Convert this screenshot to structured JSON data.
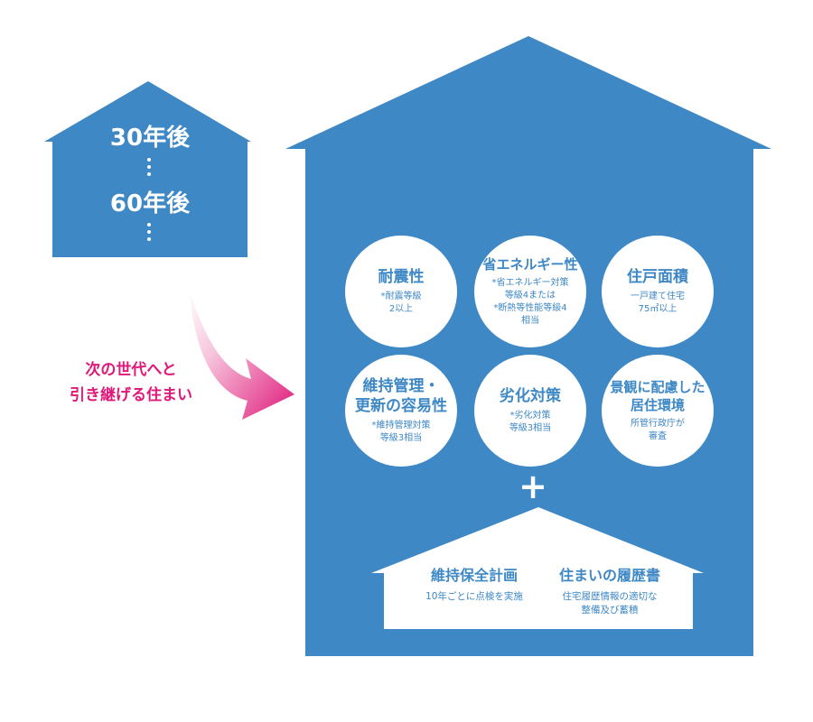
{
  "colors": {
    "house_blue": "#3e88c6",
    "magenta": "#e0187a",
    "white": "#ffffff"
  },
  "small_house": {
    "line1": "30年後",
    "line2": "60年後"
  },
  "tagline": {
    "line1": "次の世代へと",
    "line2": "引き継げる住まい"
  },
  "circles": [
    {
      "title": "耐震性",
      "note1": "*耐震等級",
      "note2": "2以上",
      "note3": "",
      "note4": ""
    },
    {
      "title": "省エネルギー性",
      "note1": "*省エネルギー対策",
      "note2": "等級4または",
      "note3": "*断熱等性能等級4",
      "note4": "相当"
    },
    {
      "title": "住戸面積",
      "note1": "一戸建て住宅",
      "note2": "75㎡以上",
      "note3": "",
      "note4": ""
    },
    {
      "title1": "維持管理・",
      "title2": "更新の容易性",
      "note1": "*維持管理対策",
      "note2": "等級3相当"
    },
    {
      "title": "劣化対策",
      "note1": "*劣化対策",
      "note2": "等級3相当"
    },
    {
      "title1": "景観に配慮した",
      "title2": "居住環境",
      "note1": "所管行政庁が",
      "note2": "審査"
    }
  ],
  "plus": "+",
  "bottom": {
    "left": {
      "title": "維持保全計画",
      "note": "10年ごとに点検を実施"
    },
    "right": {
      "title": "住まいの履歴書",
      "note1": "住宅履歴情報の適切な",
      "note2": "整備及び蓄積"
    }
  }
}
